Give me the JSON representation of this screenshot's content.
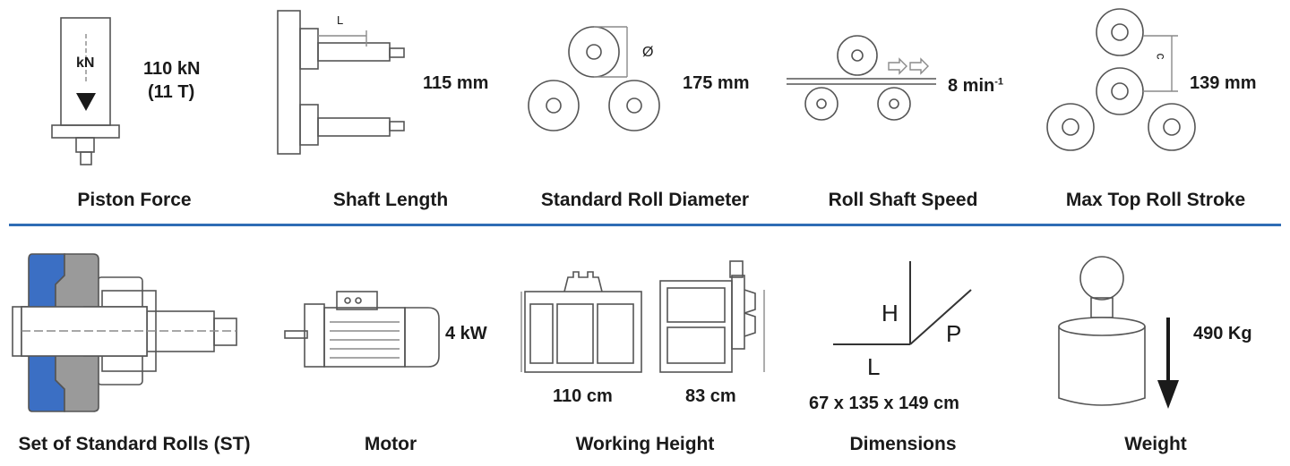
{
  "top_row": {
    "piston_force": {
      "caption": "Piston Force",
      "arrow_label": "kN",
      "value": "110 kN",
      "value_sub": "(11 T)"
    },
    "shaft_length": {
      "caption": "Shaft Length",
      "dim_letter": "L",
      "value": "115 mm"
    },
    "roll_diameter": {
      "caption": "Standard Roll Diameter",
      "dim_symbol": "Ø",
      "value": "175 mm"
    },
    "roll_speed": {
      "caption": "Roll Shaft Speed",
      "value": "8 min",
      "value_sup": "-1"
    },
    "top_roll_stroke": {
      "caption": "Max Top Roll Stroke",
      "dim_letter": "c",
      "value": "139 mm"
    }
  },
  "bottom_row": {
    "standard_rolls": {
      "caption": "Set of Standard Rolls (ST)"
    },
    "motor": {
      "caption": "Motor",
      "value": "4 kW"
    },
    "working_height": {
      "caption": "Working Height",
      "value_front": "110 cm",
      "value_side": "83 cm"
    },
    "dimensions": {
      "caption": "Dimensions",
      "letter_h": "H",
      "letter_p": "P",
      "letter_l": "L",
      "value": "67 x 135 x 149 cm"
    },
    "weight": {
      "caption": "Weight",
      "value": "490 Kg"
    }
  },
  "colors": {
    "divider": "#2f6db5",
    "roll_blue": "#3b6fc4",
    "roll_grey": "#9a9a9a"
  }
}
